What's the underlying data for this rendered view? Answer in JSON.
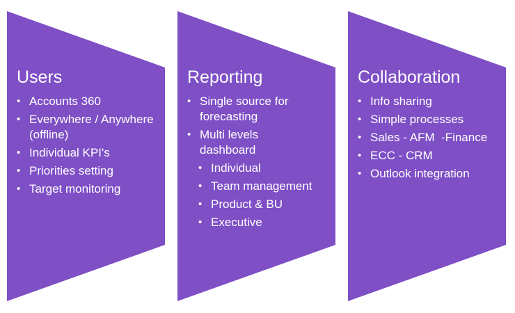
{
  "colors": {
    "panel_fill": "#7E4FC5",
    "text": "#FFFFFF",
    "background": "#FFFFFF"
  },
  "panels": [
    {
      "title": "Users",
      "items": [
        {
          "label": "Accounts 360",
          "level": 1
        },
        {
          "label": "Everywhere / Anywhere (offline)",
          "level": 1
        },
        {
          "label": "Individual KPI's",
          "level": 1
        },
        {
          "label": "Priorities setting",
          "level": 1
        },
        {
          "label": "Target monitoring",
          "level": 1
        }
      ]
    },
    {
      "title": "Reporting",
      "items": [
        {
          "label": "Single source for forecasting",
          "level": 1
        },
        {
          "label": "Multi levels dashboard",
          "level": 1
        },
        {
          "label": "Individual",
          "level": 2
        },
        {
          "label": "Team management",
          "level": 2
        },
        {
          "label": "Product & BU",
          "level": 2
        },
        {
          "label": "Executive",
          "level": 2
        }
      ]
    },
    {
      "title": "Collaboration",
      "items": [
        {
          "label": "Info sharing",
          "level": 1
        },
        {
          "label": "Simple processes",
          "level": 1
        },
        {
          "label": "Sales - AFM  -Finance",
          "level": 1
        },
        {
          "label": "ECC - CRM",
          "level": 1
        },
        {
          "label": "Outlook integration",
          "level": 1
        }
      ]
    }
  ]
}
